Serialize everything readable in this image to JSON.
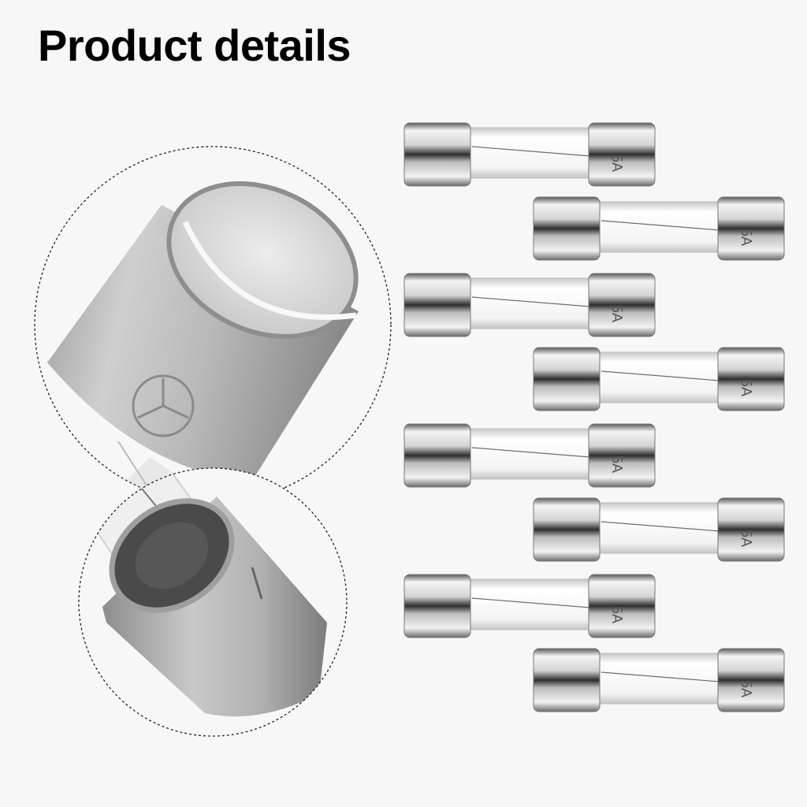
{
  "header": {
    "title": "Product details"
  },
  "product": {
    "fuse_rating_label": "5A",
    "fuse_count": 8,
    "colors": {
      "background": "#f7f7f7",
      "metal_light": "#e2e2e2",
      "metal_dark": "#3e3e3e",
      "glass": "#f0f0f0"
    }
  }
}
